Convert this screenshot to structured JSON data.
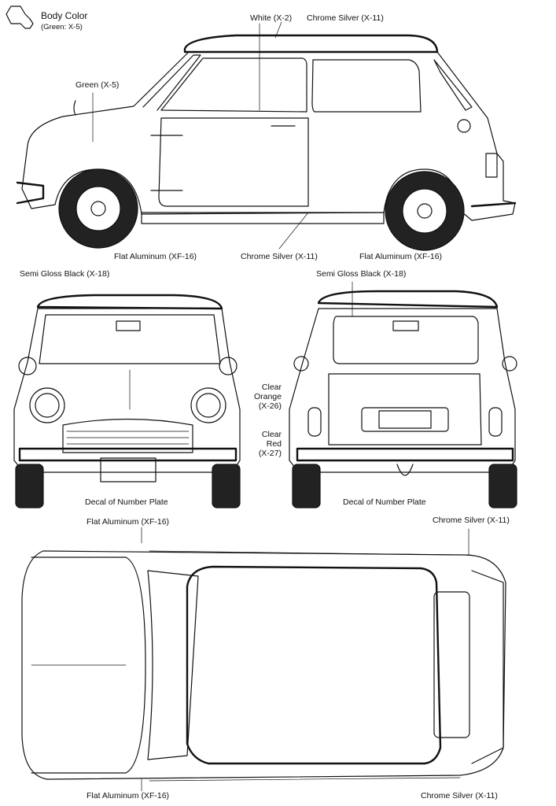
{
  "legend": {
    "icon": "hexagon-swatch-icon",
    "title": "Body Color",
    "subtitle": "(Green: X-5)"
  },
  "side_view": {
    "labels": {
      "white": "White (X-2)",
      "chrome_top": "Chrome Silver (X-11)",
      "green": "Green (X-5)",
      "flat_aluminum_front": "Flat Aluminum (XF-16)",
      "chrome_sill": "Chrome Silver (X-11)",
      "flat_aluminum_rear": "Flat Aluminum (XF-16)",
      "semi_gloss_left": "Semi Gloss Black (X-18)",
      "semi_gloss_right": "Semi Gloss Black (X-18)"
    }
  },
  "front_view": {
    "labels": {
      "decal": "Decal of Number Plate",
      "flat_aluminum": "Flat Aluminum (XF-16)"
    }
  },
  "rear_view": {
    "labels": {
      "clear_orange": [
        "Clear",
        "Orange",
        "(X-26)"
      ],
      "clear_red": [
        "Clear",
        "Red",
        "(X-27)"
      ],
      "decal": "Decal of Number Plate",
      "chrome": "Chrome Silver (X-11)"
    }
  },
  "top_view": {
    "labels": {
      "flat_aluminum": "Flat Aluminum (XF-16)",
      "chrome": "Chrome Silver (X-11)"
    }
  }
}
